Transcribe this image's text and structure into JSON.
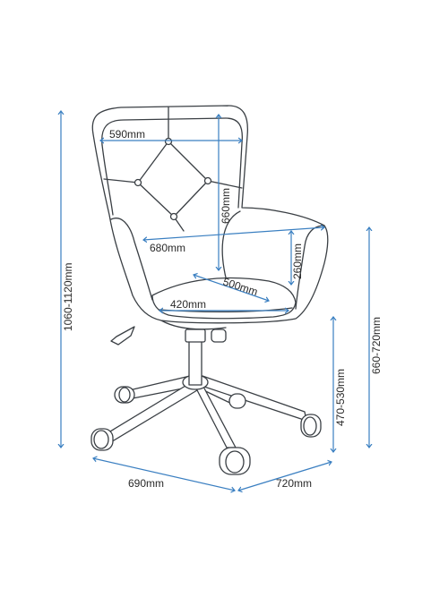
{
  "dimensions": {
    "back_width": "590mm",
    "back_height": "660mm",
    "arm_width": "680mm",
    "arm_height": "260mm",
    "seat_depth": "500mm",
    "seat_width": "420mm",
    "total_height": "1060-1120mm",
    "seat_height": "470-530mm",
    "arm_floor_height": "660-720mm",
    "base_width": "690mm",
    "base_depth": "720mm"
  },
  "colors": {
    "dimension_line": "#3a7fc1",
    "outline": "#3a3f44"
  }
}
